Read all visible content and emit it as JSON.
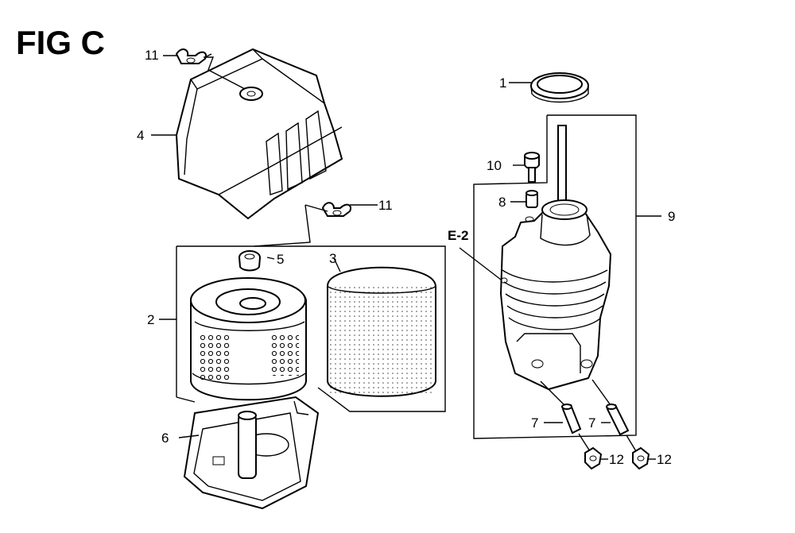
{
  "figure": {
    "title": "FIG C"
  },
  "callouts": {
    "c1": "1",
    "c2": "2",
    "c3": "3",
    "c4": "4",
    "c5": "5",
    "c6": "6",
    "c7a": "7",
    "c7b": "7",
    "c8": "8",
    "c9": "9",
    "c10": "10",
    "c11a": "11",
    "c11b": "11",
    "c12a": "12",
    "c12b": "12",
    "e2": "E-2"
  }
}
